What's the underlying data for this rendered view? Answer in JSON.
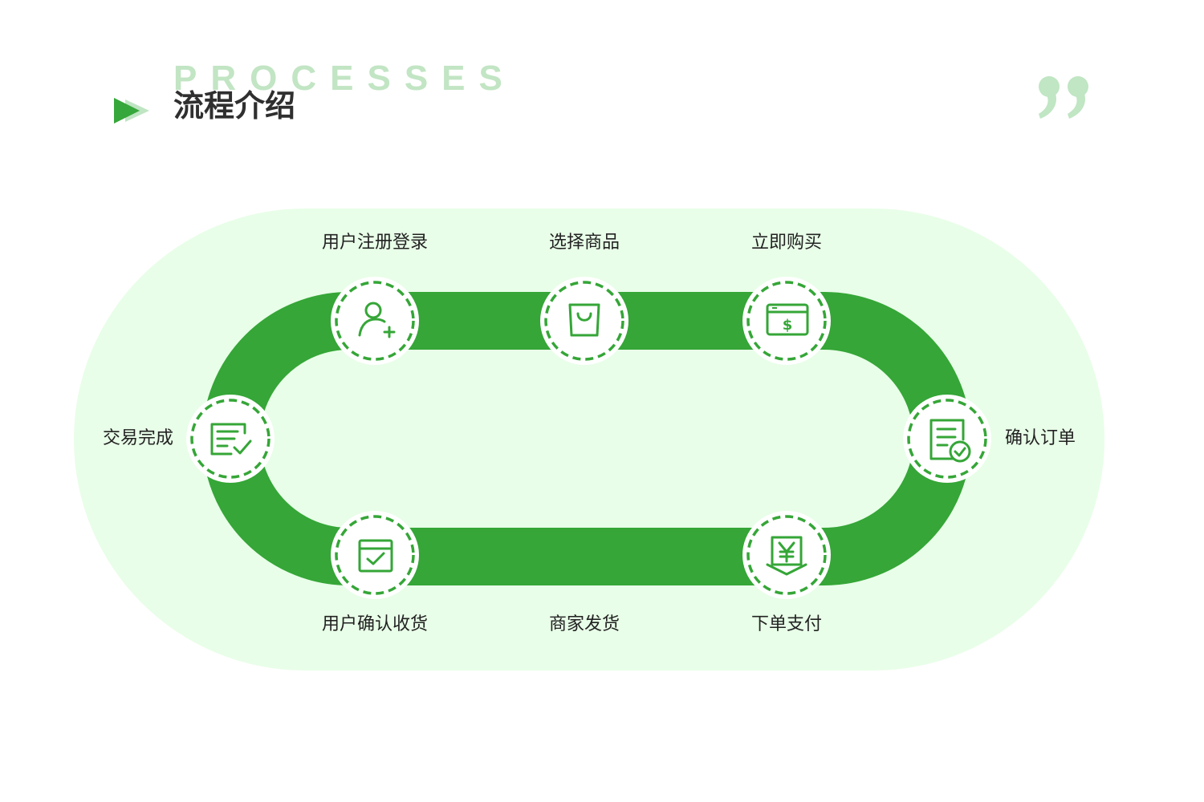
{
  "header": {
    "subtitle_en": "PROCESSES",
    "title_cn": "流程介绍"
  },
  "colors": {
    "track_green": "#35a637",
    "pale_green": "#e8fee8",
    "title_green": "#c2e5c4",
    "quote_green": "#c0e6c3",
    "arrow_green": "#36a73a"
  },
  "steps": [
    {
      "label": "用户注册登录",
      "icon": "user-add-icon"
    },
    {
      "label": "选择商品",
      "icon": "shopping-bag-icon"
    },
    {
      "label": "立即购买",
      "icon": "payment-window-icon"
    },
    {
      "label": "确认订单",
      "icon": "document-check-icon"
    },
    {
      "label": "下单支付",
      "icon": "yuan-payment-icon"
    },
    {
      "label": "商家发货",
      "icon": ""
    },
    {
      "label": "用户确认收货",
      "icon": "box-check-icon"
    },
    {
      "label": "交易完成",
      "icon": "form-check-icon"
    }
  ]
}
